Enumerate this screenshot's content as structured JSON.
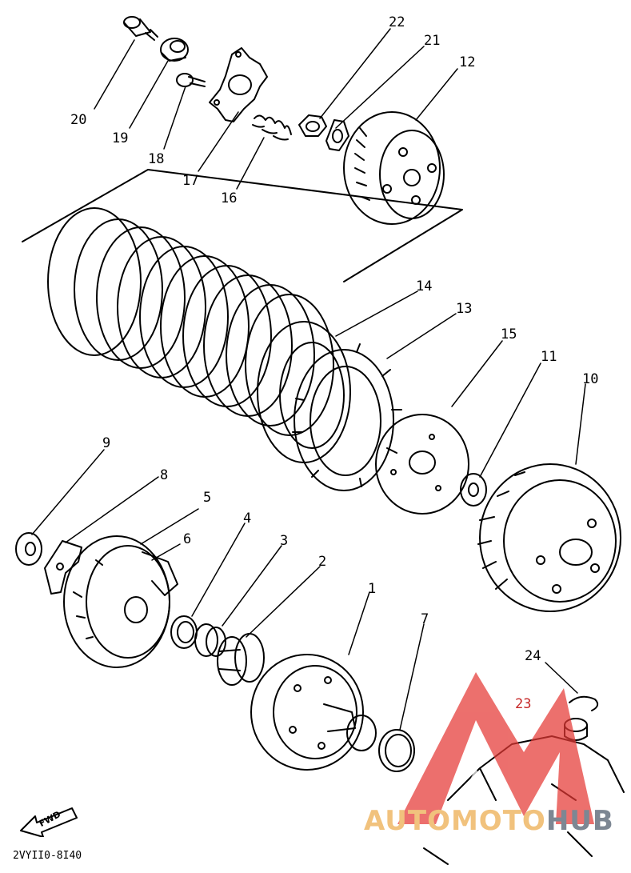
{
  "diagram": {
    "part_numbers": [
      "1",
      "2",
      "3",
      "4",
      "5",
      "6",
      "7",
      "8",
      "9",
      "10",
      "11",
      "12",
      "13",
      "14",
      "15",
      "16",
      "17",
      "18",
      "19",
      "20",
      "21",
      "22",
      "23",
      "24"
    ],
    "drawing_code": "2VYII0-8I40",
    "fwd_label": "FWD"
  },
  "watermark": {
    "text_part1": "AUTOMOTO",
    "text_part2": "HUB",
    "color_red": "#e53935",
    "color_gold": "#f1c27d",
    "color_gray": "#7d8793"
  }
}
